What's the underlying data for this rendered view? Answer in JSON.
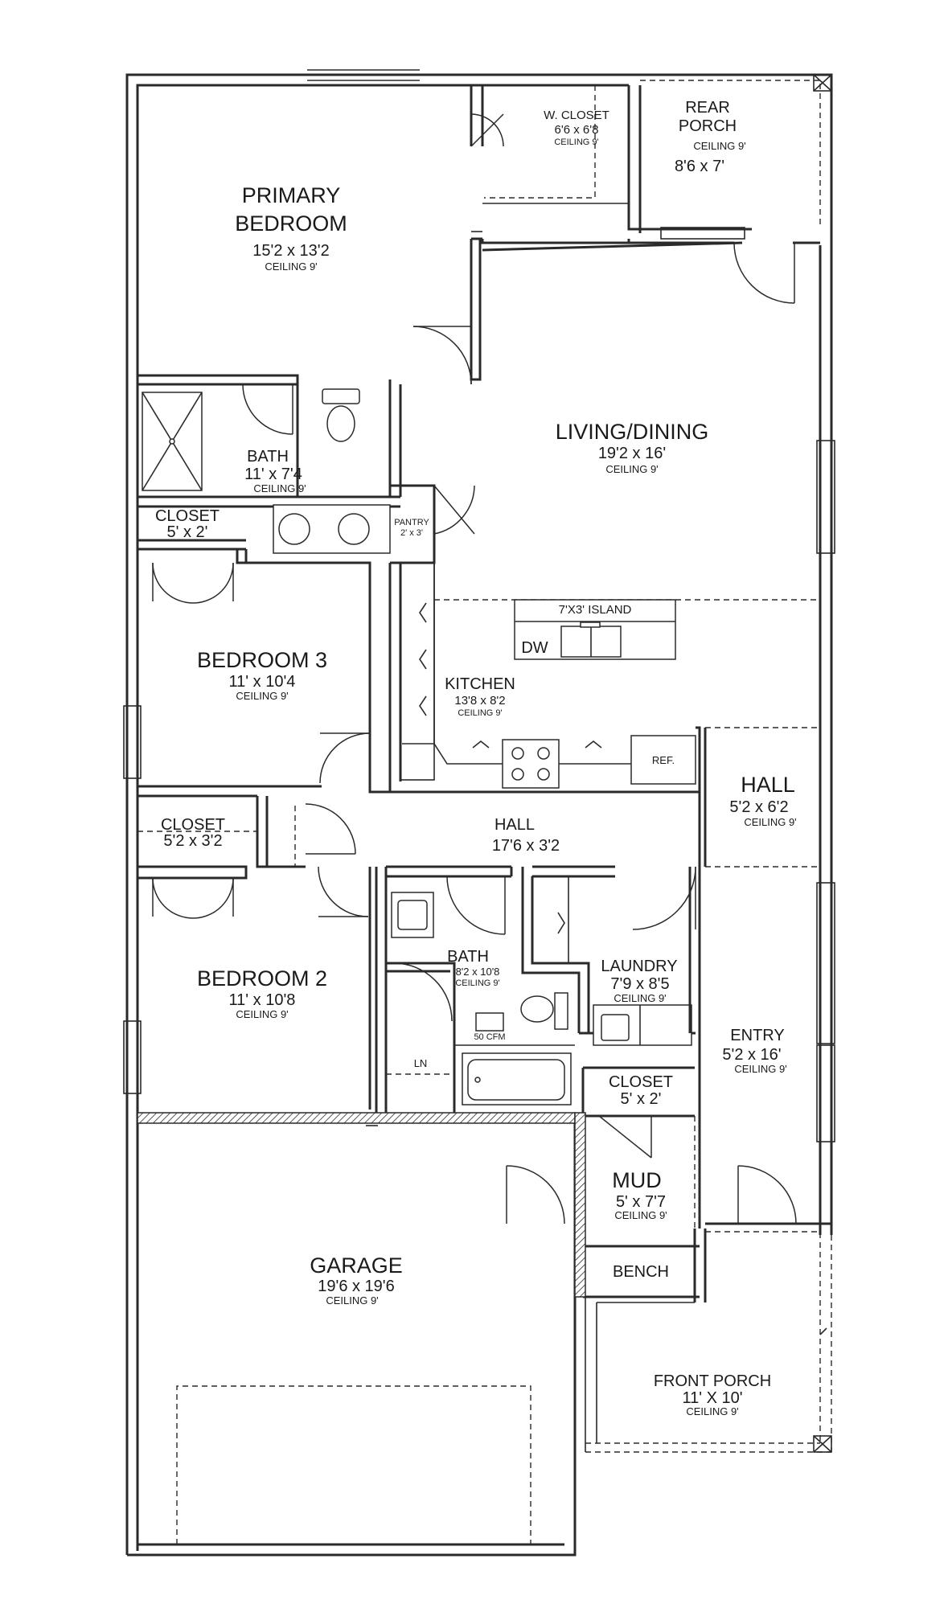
{
  "rooms": {
    "primary_bedroom": {
      "name_line1": "PRIMARY",
      "name_line2": "BEDROOM",
      "dims": "15'2 x 13'2",
      "ceiling": "CEILING 9'"
    },
    "walk_in_closet": {
      "name": "W. CLOSET",
      "dims": "6'6 x 6'8",
      "ceiling": "CEILING 9'"
    },
    "rear_porch": {
      "name_line1": "REAR",
      "name_line2": "PORCH",
      "ceiling": "CEILING 9'",
      "dims": "8'6 x 7'"
    },
    "master_bath": {
      "name": "BATH",
      "dims": "11' x 7'4",
      "ceiling": "CEILING 9'"
    },
    "living_dining": {
      "name": "LIVING/DINING",
      "dims": "19'2 x 16'",
      "ceiling": "CEILING 9'"
    },
    "pantry": {
      "name": "PANTRY",
      "dims": "2' x 3'"
    },
    "closet_bed3": {
      "name": "CLOSET",
      "dims": "5' x 2'"
    },
    "island": {
      "name": "7'X3' ISLAND"
    },
    "bedroom_3": {
      "name": "BEDROOM 3",
      "dims": "11' x 10'4",
      "ceiling": "CEILING 9'"
    },
    "kitchen": {
      "name": "KITCHEN",
      "dims": "13'8 x 8'2",
      "ceiling": "CEILING 9'"
    },
    "hall_east": {
      "name": "HALL",
      "dims": "5'2 x 6'2",
      "ceiling": "CEILING 9'"
    },
    "closet_bed2": {
      "name": "CLOSET",
      "dims": "5'2 x 3'2"
    },
    "hall_main": {
      "name": "HALL",
      "dims": "17'6 x 3'2"
    },
    "bedroom_2": {
      "name": "BEDROOM 2",
      "dims": "11' x 10'8",
      "ceiling": "CEILING 9'"
    },
    "hall_bath": {
      "name": "BATH",
      "dims": "8'2 x 10'8",
      "ceiling": "CEILING 9'"
    },
    "laundry": {
      "name": "LAUNDRY",
      "dims": "7'9 x 8'5",
      "ceiling": "CEILING 9'"
    },
    "entry": {
      "name": "ENTRY",
      "dims": "5'2 x 16'",
      "ceiling": "CEILING 9'"
    },
    "closet_mud": {
      "name": "CLOSET",
      "dims": "5' x 2'"
    },
    "mud": {
      "name": "MUD",
      "dims": "5' x 7'7",
      "ceiling": "CEILING 9'"
    },
    "garage": {
      "name": "GARAGE",
      "dims": "19'6 x 19'6",
      "ceiling": "CEILING 9'"
    },
    "front_porch": {
      "name": "FRONT PORCH",
      "dims": "11' X 10'",
      "ceiling": "CEILING 9'"
    }
  },
  "fixtures": {
    "dishwasher": "DW",
    "refrigerator": "REF.",
    "linen": "LN",
    "bench": "BENCH",
    "fan": "50 CFM"
  }
}
